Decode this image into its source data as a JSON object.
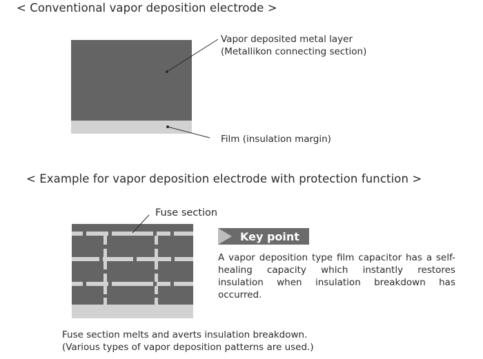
{
  "section1": {
    "title": "< Conventional vapor deposition electrode >",
    "label_metal_line1": "Vapor deposited metal layer",
    "label_metal_line2": "(Metallikon connecting section)",
    "label_film": "Film (insulation margin)"
  },
  "section2": {
    "title": "< Example for vapor deposition electrode with protection function >",
    "label_fuse": "Fuse section",
    "caption_line1": "Fuse section melts and averts insulation breakdown.",
    "caption_line2": "(Various types of vapor deposition patterns are used.)"
  },
  "keypoint": {
    "badge": "Key point",
    "text": "A vapor deposition type film capacitor has a self-healing capacity which instantly restores insulation when insulation breakdown has occurred."
  },
  "colors": {
    "metal": "#646464",
    "film": "#d2d2d2",
    "fuse_gap": "#d2d2d2",
    "text": "#2a2a2a"
  }
}
